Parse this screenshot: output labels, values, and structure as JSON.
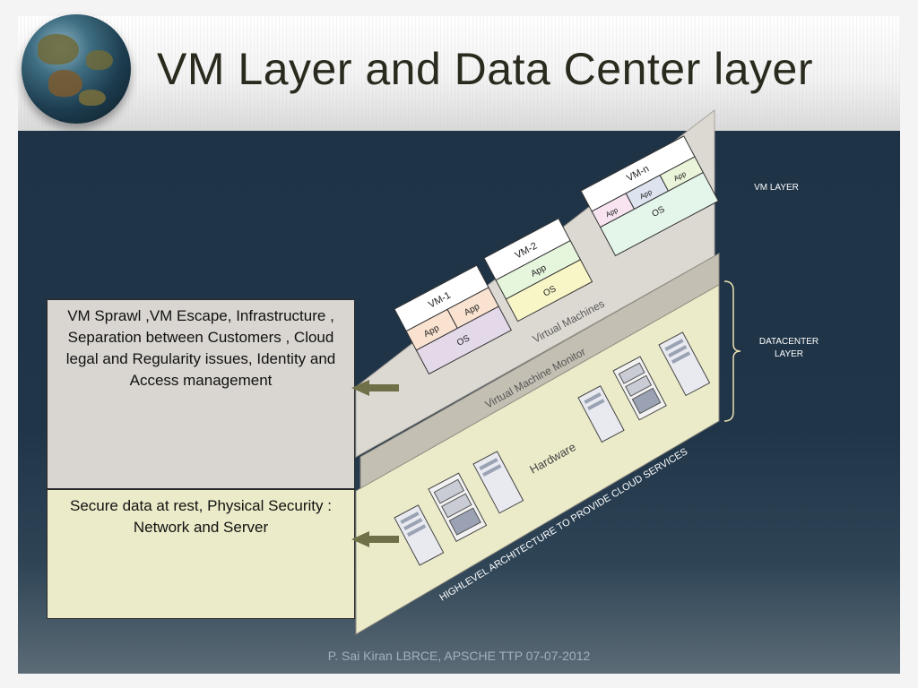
{
  "slide": {
    "title": "VM Layer and Data Center layer",
    "footer": "P. Sai Kiran LBRCE, APSCHE TTP 07-07-2012"
  },
  "labels": {
    "vm_layer": "VM  LAYER",
    "datacenter_layer": "DATACENTER LAYER"
  },
  "boxes": {
    "top_text": "VM Sprawl ,VM Escape, Infrastructure , Separation between Customers , Cloud legal and Regularity issues, Identity and Access management",
    "bottom_text": "Secure data at rest, Physical Security : Network and Server"
  },
  "diagram": {
    "virtual_machines": "Virtual Machines",
    "vmm": "Virtual Machine Monitor",
    "hardware": "Hardware",
    "highlevel": "HIGHLEVEL ARCHITECTURE TO PROVIDE CLOUD SERVICES",
    "vms": [
      {
        "name": "VM-1",
        "app1": "App",
        "app2": "App",
        "os": "OS"
      },
      {
        "name": "VM-2",
        "app": "App",
        "os": "OS"
      },
      {
        "name": "VM-n",
        "app1": "App",
        "app2": "App",
        "app3": "App",
        "os": "OS"
      }
    ]
  },
  "colors": {
    "background": "#203548",
    "vm_panel": "#dcd8d2",
    "vmm_band": "#c4bfb3",
    "hardware_panel": "#ebebc9",
    "arrow": "#6f7048"
  }
}
